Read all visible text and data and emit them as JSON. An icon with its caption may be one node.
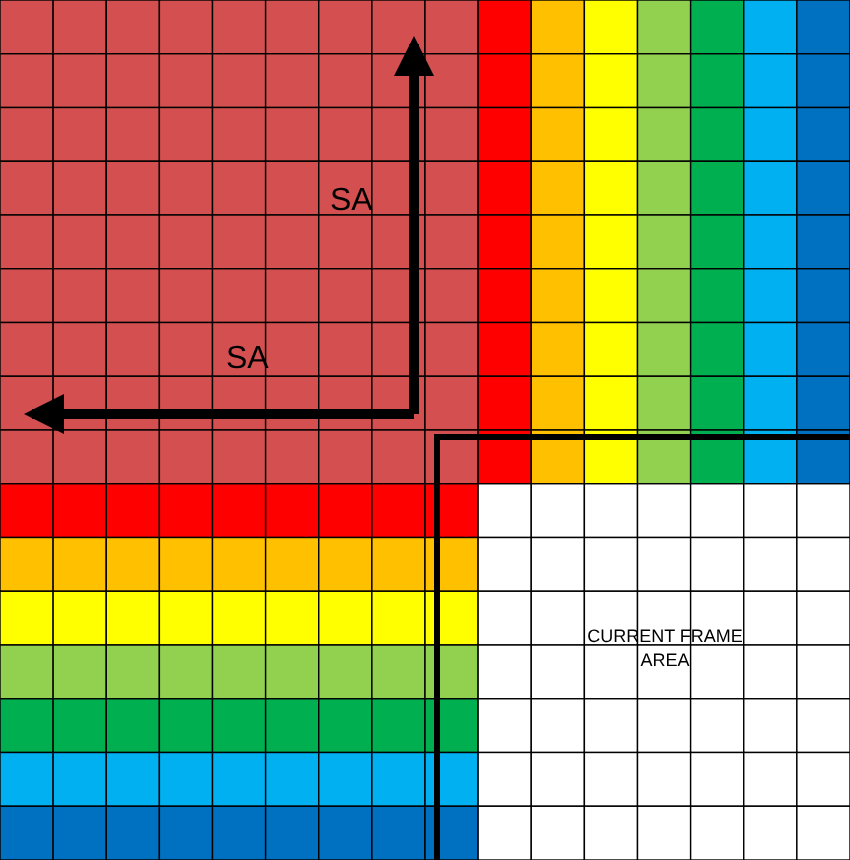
{
  "diagram": {
    "nodes": [
      {
        "text": [
          "CURRENT FRAME AREA"
        ]
      }
    ],
    "labels": [
      "SA",
      "SA"
    ]
  }
}
